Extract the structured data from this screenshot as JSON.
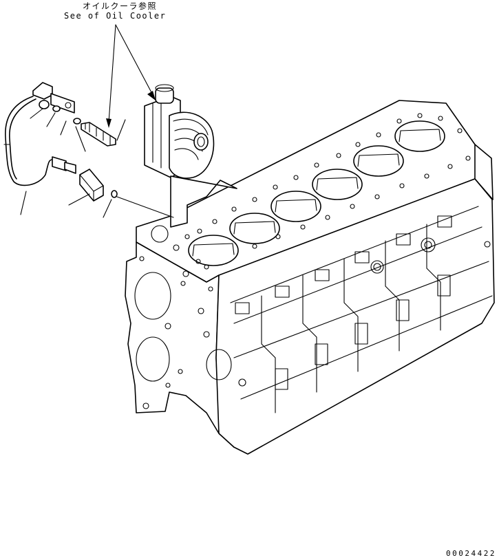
{
  "reference_note": {
    "japanese": "オイルクーラ参照",
    "english": "See of Oil Cooler"
  },
  "document_id": "00024422"
}
